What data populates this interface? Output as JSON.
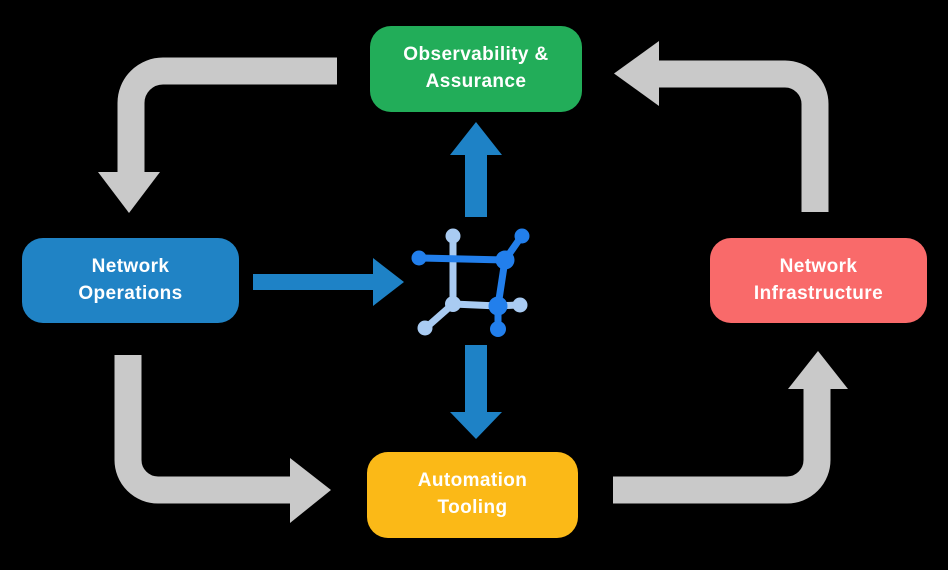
{
  "colors": {
    "background": "#000000",
    "text": "#FFFFFF",
    "arrow-gray": "#C9C9C9",
    "arrow-blue": "#1E82C6",
    "icon-blue": "#227FEC",
    "icon-light": "#A9CBF2"
  },
  "nodes": {
    "observability": {
      "label": "Observability &\nAssurance",
      "color": "#22AD59"
    },
    "operations": {
      "label": "Network\nOperations",
      "color": "#2083C5"
    },
    "infrastructure": {
      "label": "Network\nInfrastructure",
      "color": "#F96A6A"
    },
    "automation": {
      "label": "Automation\nTooling",
      "color": "#FBB917"
    }
  },
  "center_icon": "network-mesh-icon",
  "flows": [
    {
      "from": "Observability & Assurance",
      "to": "Network Operations",
      "style": "gray"
    },
    {
      "from": "Network Operations",
      "to": "Automation Tooling",
      "style": "gray"
    },
    {
      "from": "Automation Tooling",
      "to": "Network Infrastructure",
      "style": "gray"
    },
    {
      "from": "Network Infrastructure",
      "to": "Observability & Assurance",
      "style": "gray"
    },
    {
      "from": "Network Operations",
      "to": "center-icon",
      "style": "blue"
    },
    {
      "from": "center-icon",
      "to": "Observability & Assurance",
      "style": "blue"
    },
    {
      "from": "center-icon",
      "to": "Automation Tooling",
      "style": "blue"
    }
  ]
}
